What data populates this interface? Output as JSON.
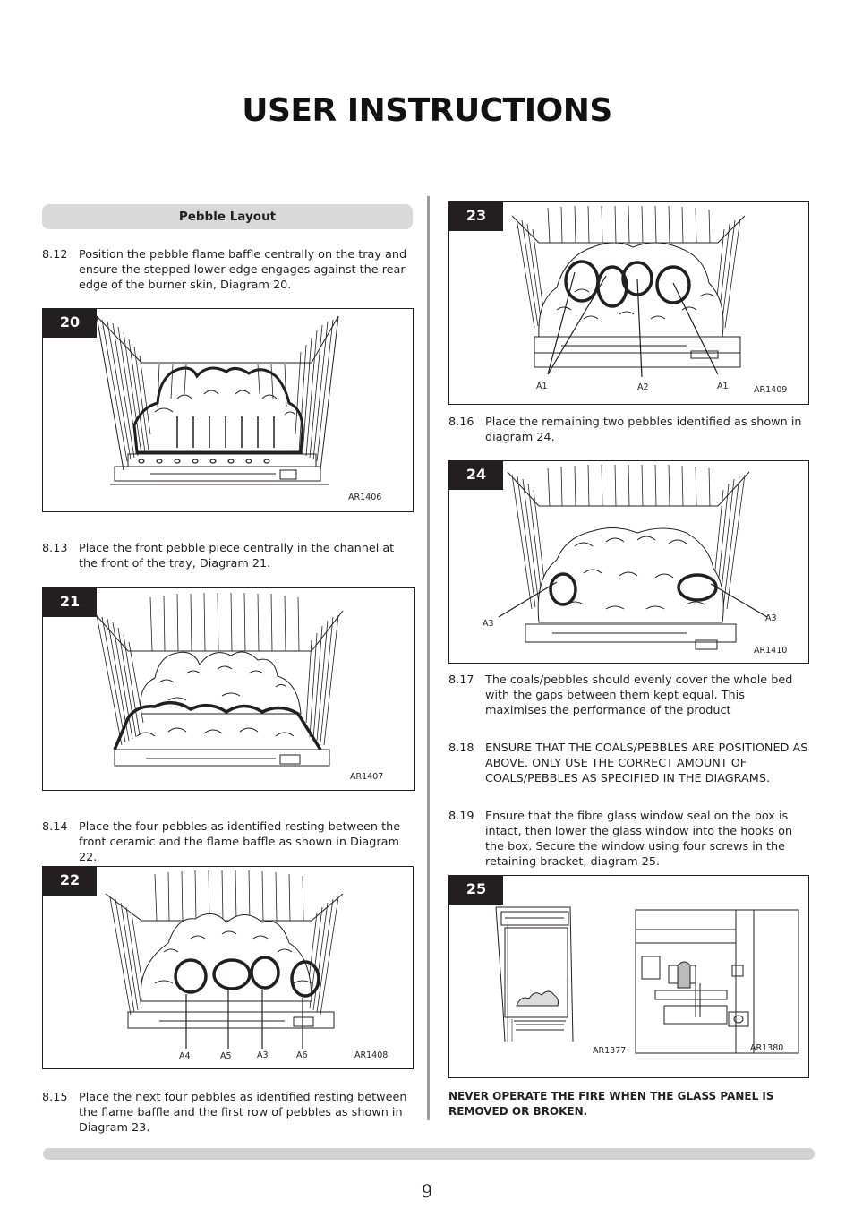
{
  "page": {
    "title": "USER INSTRUCTIONS",
    "page_number": "9",
    "section_heading": "Pebble Layout",
    "warning": "NEVER OPERATE THE FIRE WHEN THE GLASS PANEL IS REMOVED OR BROKEN."
  },
  "paragraphs": {
    "p812": {
      "num": "8.12",
      "text": "Position the pebble flame baffle centrally on the tray and ensure the stepped lower edge engages against the rear edge of the burner skin, Diagram 20."
    },
    "p813": {
      "num": "8.13",
      "text": "Place the front pebble piece centrally in the channel at the front of the tray, Diagram 21."
    },
    "p814": {
      "num": "8.14",
      "text": "Place the four pebbles as identified resting between the front ceramic and the flame baffle as shown in Diagram 22."
    },
    "p815": {
      "num": "8.15",
      "text": "Place the next four pebbles as identified resting between the flame baffle and the first row of pebbles as shown in Diagram 23."
    },
    "p816": {
      "num": "8.16",
      "text": "Place the remaining two pebbles identified as shown in diagram 24."
    },
    "p817": {
      "num": "8.17",
      "text": "The coals/pebbles should evenly cover the whole bed with the gaps between them kept equal. This maximises the performance of the product"
    },
    "p818": {
      "num": "8.18",
      "text": "ENSURE THAT  THE COALS/PEBBLES ARE POSITIONED AS ABOVE. ONLY USE THE CORRECT AMOUNT OF COALS/PEBBLES AS SPECIFIED IN THE DIAGRAMS."
    },
    "p819": {
      "num": "8.19",
      "text": "Ensure that the fibre glass window seal on the box is intact, then lower the glass window into the hooks on the box. Secure the window using four screws in the retaining bracket, diagram 25."
    }
  },
  "diagrams": {
    "d20": {
      "label": "20",
      "ref": "AR1406"
    },
    "d21": {
      "label": "21",
      "ref": "AR1407"
    },
    "d22": {
      "label": "22",
      "ref": "AR1408",
      "callouts": [
        "A4",
        "A5",
        "A3",
        "A6"
      ]
    },
    "d23": {
      "label": "23",
      "ref": "AR1409",
      "callouts": [
        "A1",
        "A2",
        "A1"
      ]
    },
    "d24": {
      "label": "24",
      "ref": "AR1410",
      "callouts": [
        "A3",
        "A3"
      ]
    },
    "d25": {
      "label": "25",
      "ref_left": "AR1377",
      "ref_right": "AR1380"
    }
  }
}
